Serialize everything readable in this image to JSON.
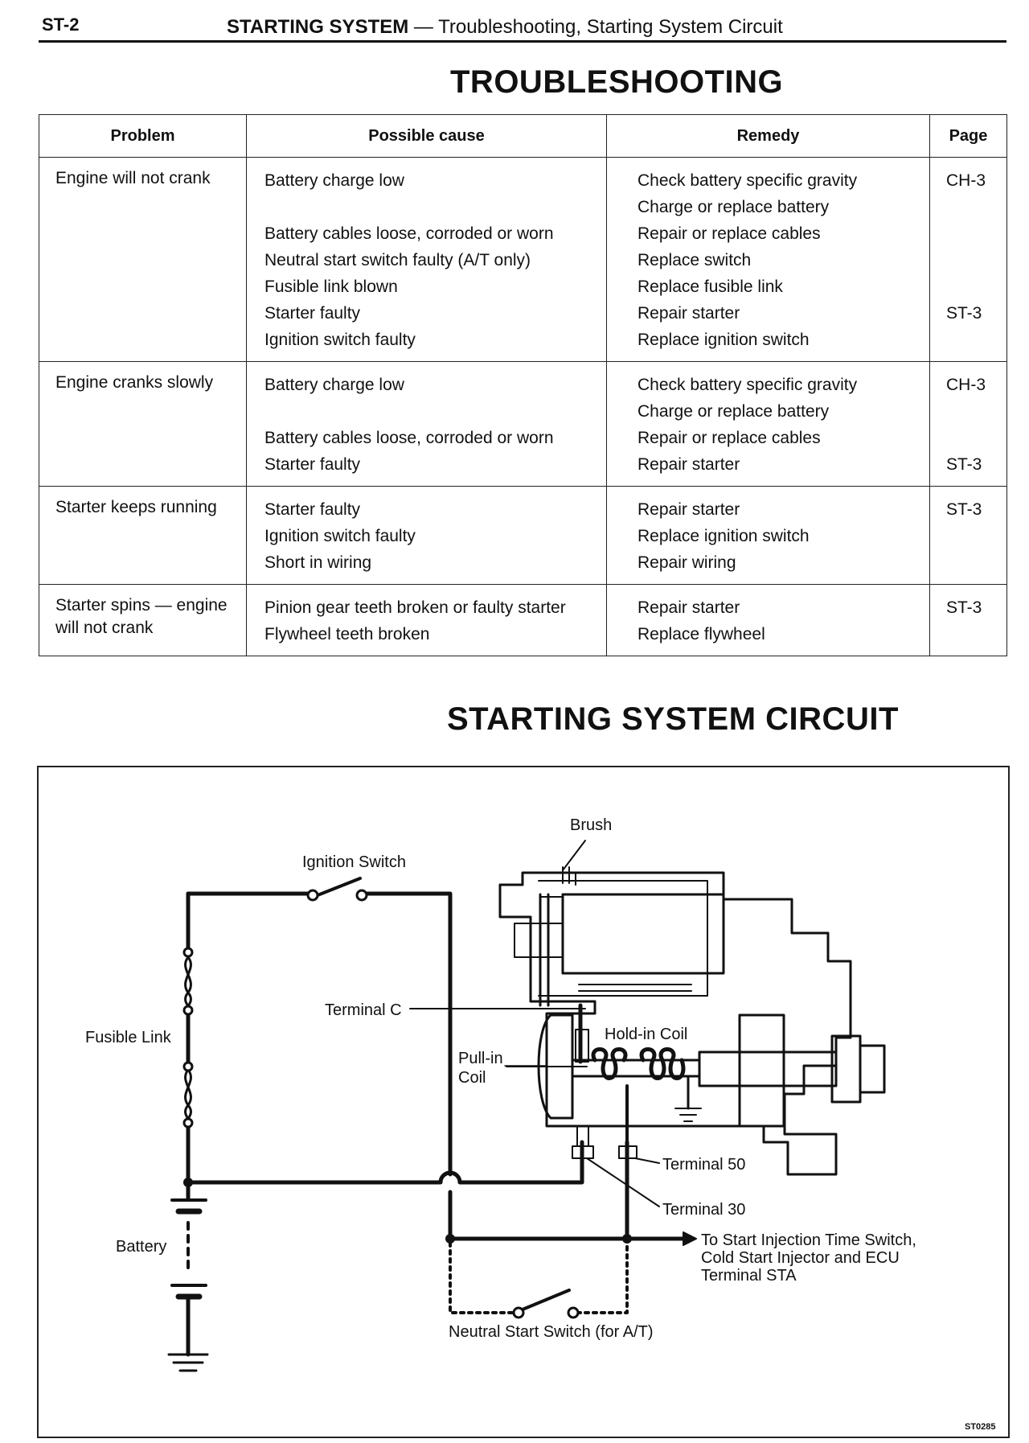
{
  "header": {
    "page": "ST-2",
    "section": "STARTING SYSTEM",
    "subtitle": "— Troubleshooting, Starting System Circuit"
  },
  "troubleshooting": {
    "title": "TROUBLESHOOTING",
    "columns": [
      "Problem",
      "Possible cause",
      "Remedy",
      "Page"
    ],
    "rows": [
      {
        "problem": "Engine will not crank",
        "causes": [
          "Battery charge low",
          "",
          "Battery cables loose, corroded or worn",
          "Neutral start switch faulty (A/T only)",
          "Fusible link blown",
          "Starter faulty",
          "Ignition switch faulty"
        ],
        "remedies": [
          "Check battery specific gravity",
          "Charge or replace battery",
          "Repair or replace cables",
          "Replace switch",
          "Replace fusible link",
          "Repair starter",
          "Replace ignition switch"
        ],
        "pages": [
          "CH-3",
          "",
          "",
          "",
          "",
          "ST-3",
          ""
        ]
      },
      {
        "problem": "Engine cranks slowly",
        "causes": [
          "Battery charge low",
          "",
          "Battery cables loose, corroded or worn",
          "Starter faulty"
        ],
        "remedies": [
          "Check battery specific gravity",
          "Charge or replace battery",
          "Repair or replace cables",
          "Repair starter"
        ],
        "pages": [
          "CH-3",
          "",
          "",
          "ST-3"
        ]
      },
      {
        "problem": "Starter keeps running",
        "causes": [
          "Starter faulty",
          "Ignition switch faulty",
          "Short in wiring"
        ],
        "remedies": [
          "Repair starter",
          "Replace ignition switch",
          "Repair wiring"
        ],
        "pages": [
          "ST-3",
          "",
          ""
        ]
      },
      {
        "problem": "Starter spins — engine will not crank",
        "causes": [
          "Pinion gear teeth broken or faulty starter",
          "Flywheel teeth broken"
        ],
        "remedies": [
          "Repair starter",
          "Replace flywheel"
        ],
        "pages": [
          "ST-3",
          ""
        ]
      }
    ]
  },
  "circuit": {
    "title": "STARTING SYSTEM CIRCUIT",
    "labels": {
      "brush": "Brush",
      "ignition_switch": "Ignition Switch",
      "terminal_c": "Terminal C",
      "hold_in_coil": "Hold-in Coil",
      "pull_in_coil_1": "Pull-in",
      "pull_in_coil_2": "Coil",
      "fusible_link": "Fusible Link",
      "battery": "Battery",
      "terminal_50": "Terminal 50",
      "terminal_30": "Terminal 30",
      "to_start_1": "To Start Injection Time Switch,",
      "to_start_2": "Cold Start Injector and ECU",
      "to_start_3": "Terminal STA",
      "neutral_start_switch": "Neutral Start Switch (for A/T)"
    },
    "figure_code": "ST0285"
  }
}
